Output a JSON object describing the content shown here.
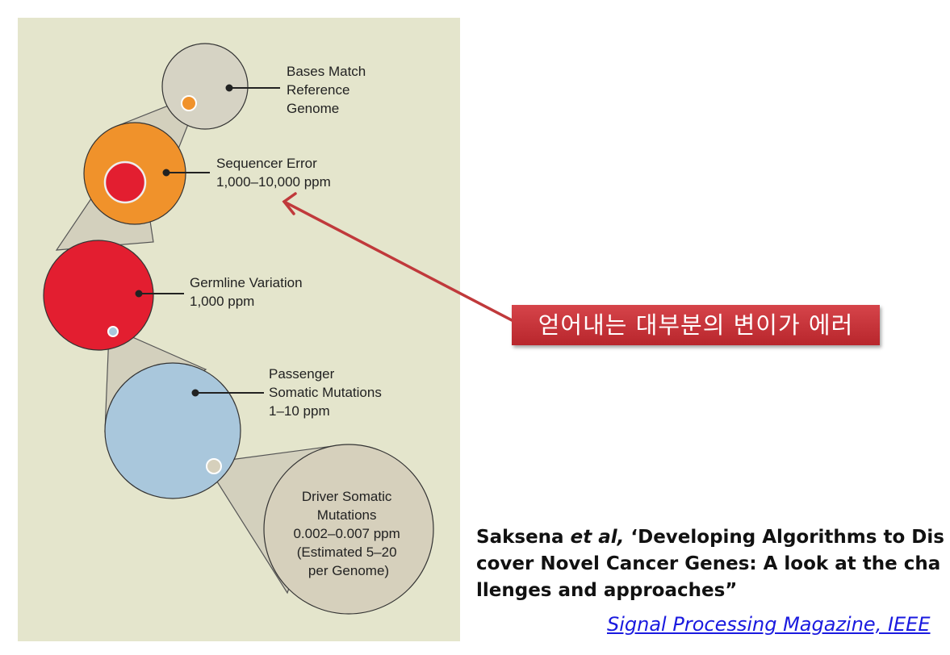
{
  "diagram": {
    "levels": [
      {
        "label_lines": [
          "Bases Match",
          "Reference",
          "Genome"
        ],
        "color": "#d6d3c4"
      },
      {
        "label_lines": [
          "Sequencer Error",
          "1,000–10,000 ppm"
        ],
        "color": "#f0922b"
      },
      {
        "label_lines": [
          "Germline Variation",
          "1,000 ppm"
        ],
        "color": "#e31e30"
      },
      {
        "label_lines": [
          "Passenger",
          "Somatic Mutations",
          "1–10 ppm"
        ],
        "color": "#a9c7dc"
      },
      {
        "label_lines": [
          "Driver Somatic",
          "Mutations",
          "0.002–0.007 ppm",
          "(Estimated 5–20",
          "per Genome)"
        ],
        "color": "#d6d0bc"
      }
    ],
    "background": "#e4e5cc"
  },
  "callout": {
    "text": "얻어내는 대부분의 변이가 에러",
    "color": "#c0333a"
  },
  "citation": {
    "author": "Saksena",
    "etal": "et al,",
    "title": "‘Developing Algorithms to Discover Novel Cancer Genes: A look at the challenges and approaches”",
    "line1": "‘Developing Algorithms to Dis",
    "line2": "cover Novel Cancer Genes: A look at the cha",
    "line3": "llenges and approaches”",
    "source": "Signal Processing Magazine, IEEE"
  }
}
